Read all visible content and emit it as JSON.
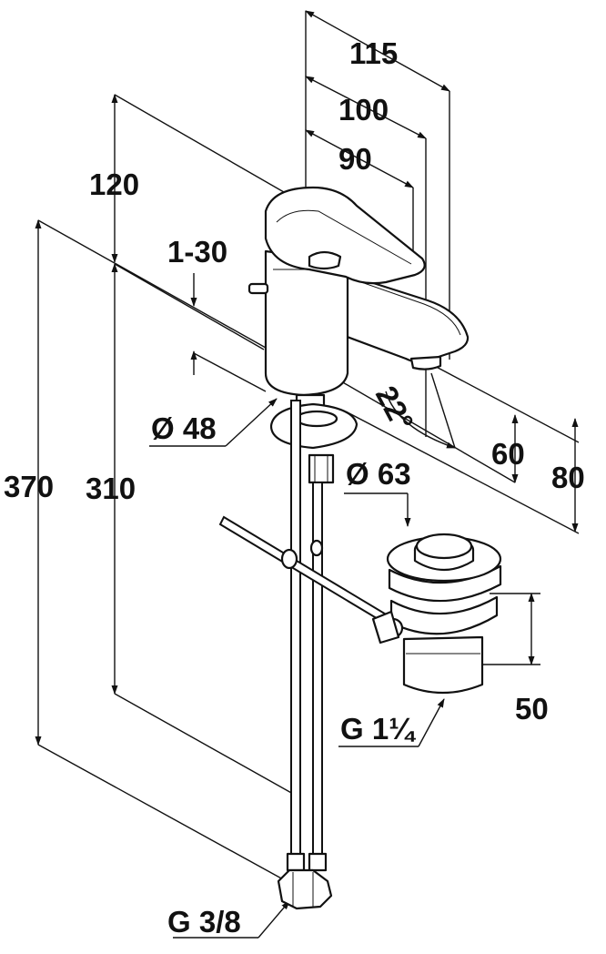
{
  "dimensions": {
    "d115": "115",
    "d100": "100",
    "d90": "90",
    "d120": "120",
    "d1_30": "1-30",
    "d22": "22°",
    "d48": "Ø 48",
    "d60": "60",
    "d80": "80",
    "d63": "Ø 63",
    "d370": "370",
    "d310": "310",
    "d50": "50",
    "g114": "G 1¼",
    "g38": "G 3/8"
  }
}
